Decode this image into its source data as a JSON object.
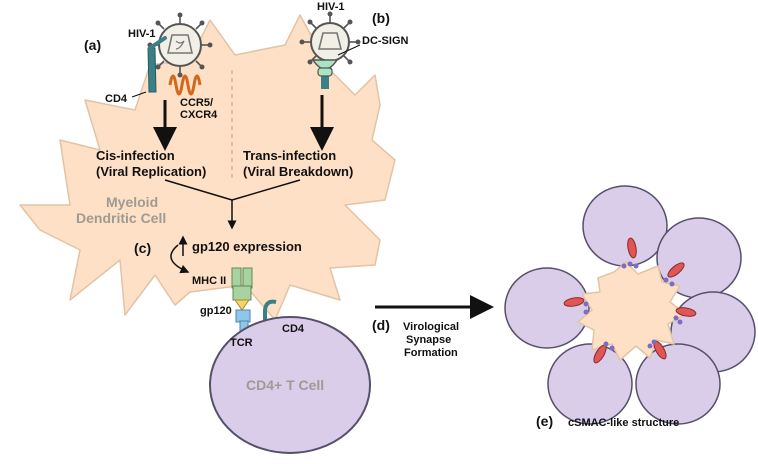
{
  "colors": {
    "dendritic_fill": "#fde0c5",
    "dendritic_stroke": "#e2c3a5",
    "tcell_fill": "#d9cdea",
    "tcell_stroke": "#57506a",
    "receptor_red": "#e05555",
    "dot_purple": "#7d6cc0",
    "dcsign_green": "#a9e5c4",
    "mhc_green": "#a8d3a1",
    "tcr_blue": "#8fc7ea",
    "ccr5_orange": "#d2691e",
    "cd4_teal": "#3b7f87"
  },
  "panels": {
    "a": "(a)",
    "b": "(b)",
    "c": "(c)",
    "d": "(d)",
    "e": "(e)"
  },
  "labels": {
    "hiv1_a": "HIV-1",
    "hiv1_b": "HIV-1",
    "cd4_top": "CD4",
    "ccr5_line1": "CCR5/",
    "ccr5_line2": "CXCR4",
    "dcsign": "DC-SIGN",
    "cis_line1": "Cis-infection",
    "cis_line2": "(Viral Replication)",
    "trans_line1": "Trans-infection",
    "trans_line2": "(Viral Breakdown)",
    "cell_line1": "Myeloid",
    "cell_line2": "Dendritic Cell",
    "gp120_expr": "gp120 expression",
    "mhc": "MHC II",
    "gp120": "gp120",
    "cd4_bottom": "CD4",
    "tcr": "TCR",
    "tcell": "CD4+ T Cell",
    "syn_line1": "Virological",
    "syn_line2": "Synapse",
    "syn_line3": "Formation",
    "csmac": "cSMAC-like structure"
  },
  "icons": {
    "virus": "hiv-virion-icon",
    "up_arrow": "up-arrow-icon",
    "curved_arrow": "curved-arrow-icon"
  }
}
